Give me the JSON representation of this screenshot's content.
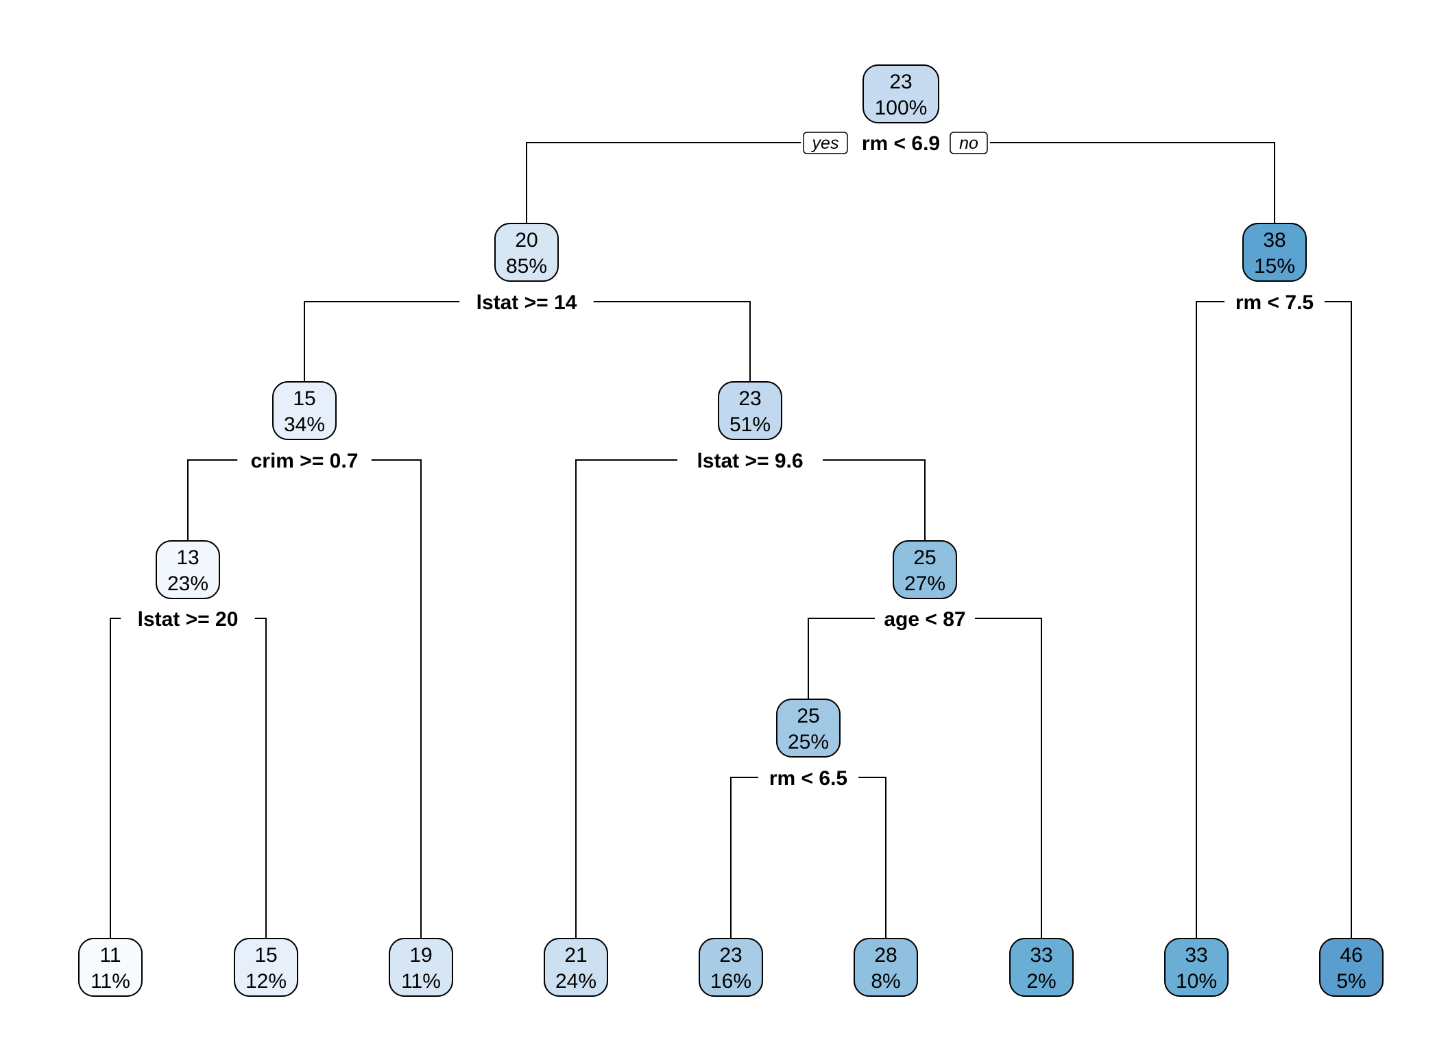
{
  "tree": {
    "branch_labels": {
      "yes": "yes",
      "no": "no"
    },
    "nodes": [
      {
        "id": "n1",
        "value": "23",
        "percent": "100%",
        "split": "rm < 6.9",
        "fill": "#c6dbef",
        "text_color": "#000000"
      },
      {
        "id": "n2",
        "value": "20",
        "percent": "85%",
        "split": "lstat >= 14",
        "fill": "#d6e6f4",
        "text_color": "#000000"
      },
      {
        "id": "n3",
        "value": "38",
        "percent": "15%",
        "split": "rm < 7.5",
        "fill": "#5ba3d0",
        "text_color": "#000000"
      },
      {
        "id": "n4",
        "value": "15",
        "percent": "34%",
        "split": "crim >= 0.7",
        "fill": "#e7f0fa",
        "text_color": "#000000"
      },
      {
        "id": "n5",
        "value": "23",
        "percent": "51%",
        "split": "lstat >= 9.6",
        "fill": "#c1d8ee",
        "text_color": "#000000"
      },
      {
        "id": "n8",
        "value": "13",
        "percent": "23%",
        "split": "lstat >= 20",
        "fill": "#f1f7fd",
        "text_color": "#000000"
      },
      {
        "id": "n11",
        "value": "25",
        "percent": "27%",
        "split": "age < 87",
        "fill": "#8fc0df",
        "text_color": "#000000"
      },
      {
        "id": "n22",
        "value": "25",
        "percent": "25%",
        "split": "rm < 6.5",
        "fill": "#a0c8e4",
        "text_color": "#000000"
      },
      {
        "id": "l1",
        "value": "11",
        "percent": "11%",
        "split": "",
        "fill": "#f7fbff",
        "text_color": "#000000"
      },
      {
        "id": "l2",
        "value": "15",
        "percent": "12%",
        "split": "",
        "fill": "#e7f0fa",
        "text_color": "#000000"
      },
      {
        "id": "l3",
        "value": "19",
        "percent": "11%",
        "split": "",
        "fill": "#d6e6f4",
        "text_color": "#000000"
      },
      {
        "id": "l4",
        "value": "21",
        "percent": "24%",
        "split": "",
        "fill": "#cde0f1",
        "text_color": "#000000"
      },
      {
        "id": "l5",
        "value": "23",
        "percent": "16%",
        "split": "",
        "fill": "#a9cce6",
        "text_color": "#000000"
      },
      {
        "id": "l6",
        "value": "28",
        "percent": "8%",
        "split": "",
        "fill": "#90c0df",
        "text_color": "#000000"
      },
      {
        "id": "l7",
        "value": "33",
        "percent": "2%",
        "split": "",
        "fill": "#6aaed6",
        "text_color": "#000000"
      },
      {
        "id": "l8",
        "value": "33",
        "percent": "10%",
        "split": "",
        "fill": "#6aaed6",
        "text_color": "#000000"
      },
      {
        "id": "l9",
        "value": "46",
        "percent": "5%",
        "split": "",
        "fill": "#5a9ecf",
        "text_color": "#000000"
      }
    ]
  }
}
